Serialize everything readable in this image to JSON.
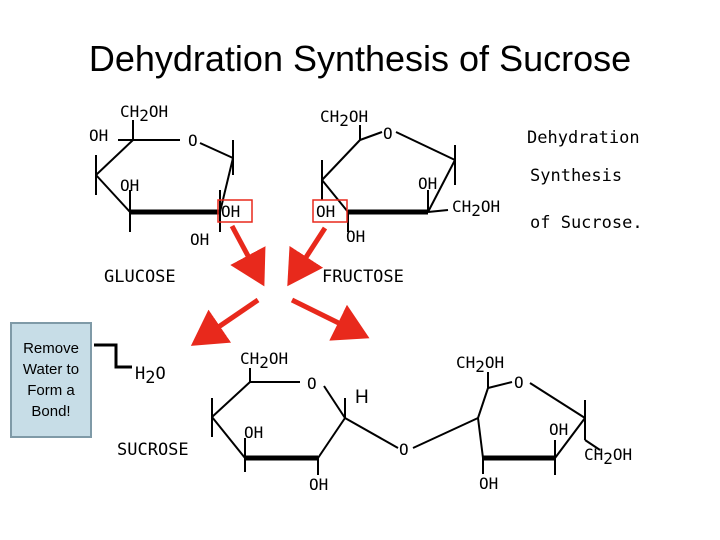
{
  "title": "Dehydration Synthesis of Sucrose",
  "caption": {
    "line1": "Dehydration",
    "line2": "Synthesis",
    "line3": "of Sucrose."
  },
  "glucose": {
    "label": "GLUCOSE",
    "ch2oh": "CH2OH",
    "oh_top_left": "OH",
    "ring_o": "O",
    "oh_inner": "OH",
    "oh_right_boxed": "OH",
    "oh_bottom": "OH"
  },
  "fructose": {
    "label": "FRUCTOSE",
    "ch2oh_top": "CH2OH",
    "ring_o": "O",
    "oh_left_boxed": "OH",
    "oh_right": "OH",
    "ch2oh_right": "CH2OH",
    "oh_bottom": "OH"
  },
  "water": "H2O",
  "sucrose": {
    "label": "SUCROSE",
    "glucose_ch2oh": "CH2OH",
    "glucose_ring_o": "O",
    "glucose_oh_inner": "OH",
    "glucose_oh_bottom": "OH",
    "h_label": "H",
    "bridge_o": "O",
    "fructose_ch2oh_top": "CH2OH",
    "fructose_ring_o": "O",
    "fructose_oh_right": "OH",
    "fructose_ch2oh_right": "CH2OH",
    "fructose_oh_bottom": "OH"
  },
  "callout": "Remove Water to Form a Bond!",
  "colors": {
    "arrow": "#e8291c",
    "callout_fill": "#c7dde7",
    "callout_border": "#7f9aa7"
  }
}
